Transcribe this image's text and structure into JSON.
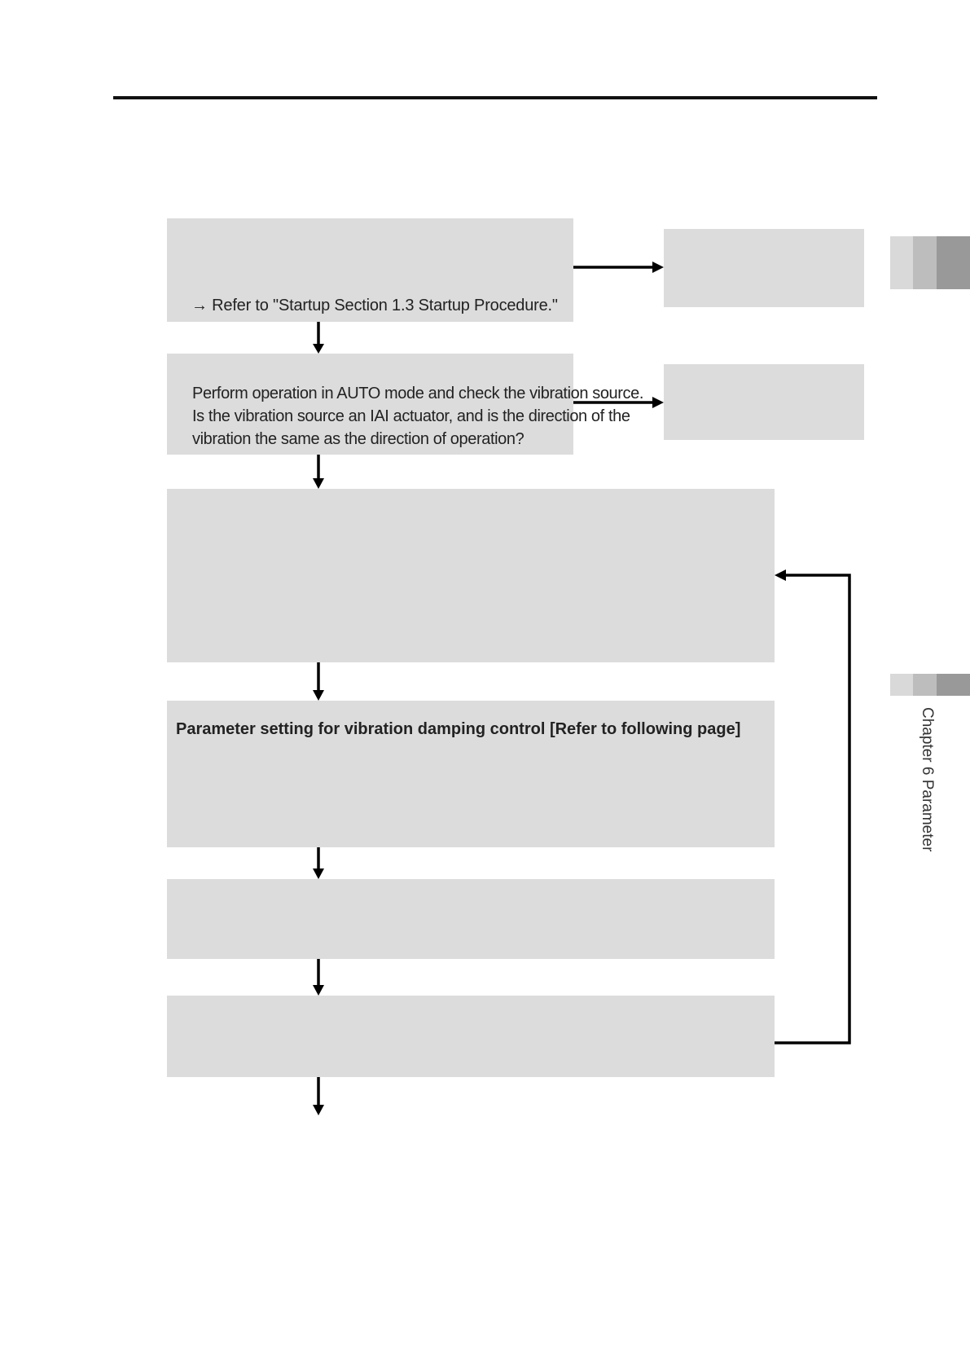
{
  "flow": {
    "step1": {
      "ref_text": "→ Refer to \"Startup Section 1.3 Startup Procedure.\""
    },
    "step2": {
      "line1": "Perform operation in AUTO mode and check the vibration source.",
      "line2": "Is the vibration source an IAI actuator, and is the direction of the",
      "line3": "vibration the same as the direction of operation?"
    },
    "step4": {
      "title": "Parameter setting for vibration damping control [Refer to following page]"
    }
  },
  "sidebar": {
    "chapter_label": "Chapter 6 Parameter"
  },
  "colors": {
    "box_fill": "#dcdcdc",
    "arrow": "#000000",
    "tab_light": "#d9d9d9",
    "tab_mid": "#bdbdbd",
    "tab_dark": "#999999"
  }
}
